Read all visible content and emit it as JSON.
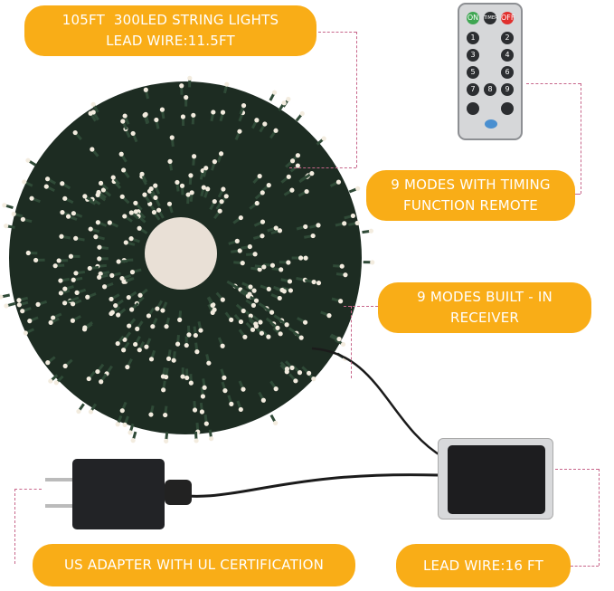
{
  "labels": {
    "string_lights": {
      "line1": "105FT  300LED STRING LIGHTS",
      "line2": "LEAD WIRE:11.5FT"
    },
    "remote": {
      "line1": "9 MODES WITH TIMING",
      "line2": "FUNCTION REMOTE"
    },
    "receiver": {
      "line1": "9 MODES BUILT - IN",
      "line2": "RECEIVER"
    },
    "adapter": "US ADAPTER WITH UL CERTIFICATION",
    "lead_wire": "LEAD WIRE:16 FT"
  },
  "remote_buttons": [
    "ON",
    "TIMER",
    "OFF",
    "1",
    "2",
    "3",
    "4",
    "5",
    "6",
    "7",
    "8",
    "9"
  ],
  "colors": {
    "label_bg": "#f9ad17",
    "dash": "#c7658a",
    "wire": "#1f3327"
  }
}
